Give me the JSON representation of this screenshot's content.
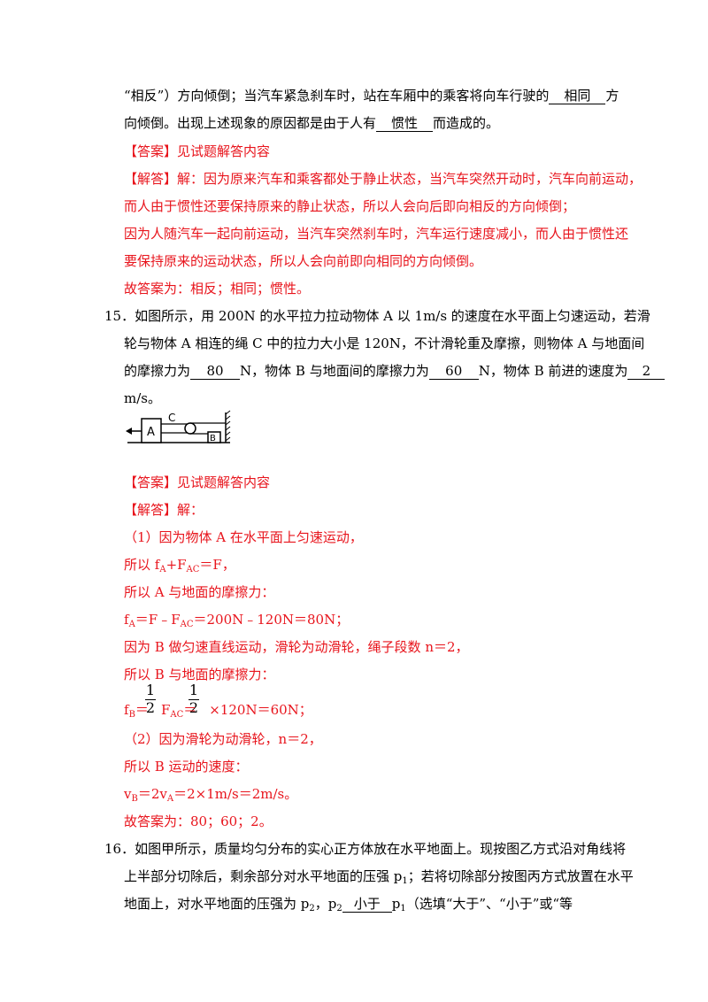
{
  "q14": {
    "line1_pre": "“相反”）方向倾倒；当汽车紧急刹车时，站在车厢中的乘客将向车行驶的",
    "blank1": "相同",
    "line1_post": "方",
    "line2_pre": "向倾倒。出现上述现象的原因都是由于人有",
    "blank2": "惯性",
    "line2_post": "而造成的。",
    "answer": "【答案】见试题解答内容",
    "sol1": "【解答】解：因为原来汽车和乘客都处于静止状态，当汽车突然开动时，汽车向前运动，",
    "sol2": "而人由于惯性还要保持原来的静止状态，所以人会向后即向相反的方向倾倒；",
    "sol3": "因为人随汽车一起向前运动，当汽车突然刹车时，汽车运行速度减小，而人由于惯性还",
    "sol4": "要保持原来的运动状态，所以人会向前即向相同的方向倾倒。",
    "final": "故答案为：相反；相同；惯性。"
  },
  "q15": {
    "number": "15．",
    "line1": "如图所示，用 200N 的水平拉力拉动物体 A 以 1m/s 的速度在水平面上匀速运动，若滑",
    "line2": "轮与物体 A 相连的绳 C 中的拉力大小是 120N，不计滑轮重及摩擦，则物体 A 与地面间",
    "line3_pre": "的摩擦力为",
    "blank1": "80",
    "line3_mid1": "N，物体 B 与地面间的摩擦力为",
    "blank2": "60",
    "line3_mid2": "N，物体 B 前进的速度为",
    "blank3": "2",
    "line4": "m/s。",
    "figure": {
      "label_a": "A",
      "label_b": "B",
      "label_c": "C"
    },
    "answer": "【答案】见试题解答内容",
    "sol_head": "【解答】解：",
    "s1": "（1）因为物体 A 在水平面上匀速运动，",
    "s2_pre": "所以 f",
    "s2_sub1": "A",
    "s2_mid": "+F",
    "s2_sub2": "AC",
    "s2_post": "＝F，",
    "s3": "所以 A 与地面的摩擦力：",
    "s4_pre": "f",
    "s4_sub1": "A",
    "s4_mid": "＝F﹣F",
    "s4_sub2": "AC",
    "s4_post": "＝200N﹣120N＝80N；",
    "s5": "因为 B 做匀速直线运动，滑轮为动滑轮，绳子段数 n＝2，",
    "s6": "所以 B 与地面的摩擦力：",
    "frac_num": "1",
    "frac_den": "2",
    "s7_pre": "f",
    "s7_sub1": "B",
    "s7_eq": "＝",
    "s7_f": "F",
    "s7_sub2": "AC",
    "s7_eq2": "＝",
    "s7_post": "×120N＝60N；",
    "s8": "（2）因为滑轮为动滑轮，n＝2，",
    "s9": "所以 B 运动的速度：",
    "s10_pre": "v",
    "s10_sub1": "B",
    "s10_mid": "＝2v",
    "s10_sub2": "A",
    "s10_post": "＝2×1m/s＝2m/s。",
    "final": "故答案为：80；60；2。"
  },
  "q16": {
    "number": "16．",
    "line1": "如图甲所示，质量均匀分布的实心正方体放在水平地面上。现按图乙方式沿对角线将",
    "line2_pre": "上半部分切除后，剩余部分对水平地面的压强 p",
    "line2_sub": "1",
    "line2_post": "；若将切除部分按图丙方式放置在水平",
    "line3_pre": "地面上，对水平地面的压强为 p",
    "line3_sub1": "2",
    "line3_mid": "，p",
    "line3_sub2": "2",
    "blank": "小于",
    "line3_p": "p",
    "line3_sub3": "1",
    "line3_post": "（选填“大于”、“小于”或“等"
  }
}
